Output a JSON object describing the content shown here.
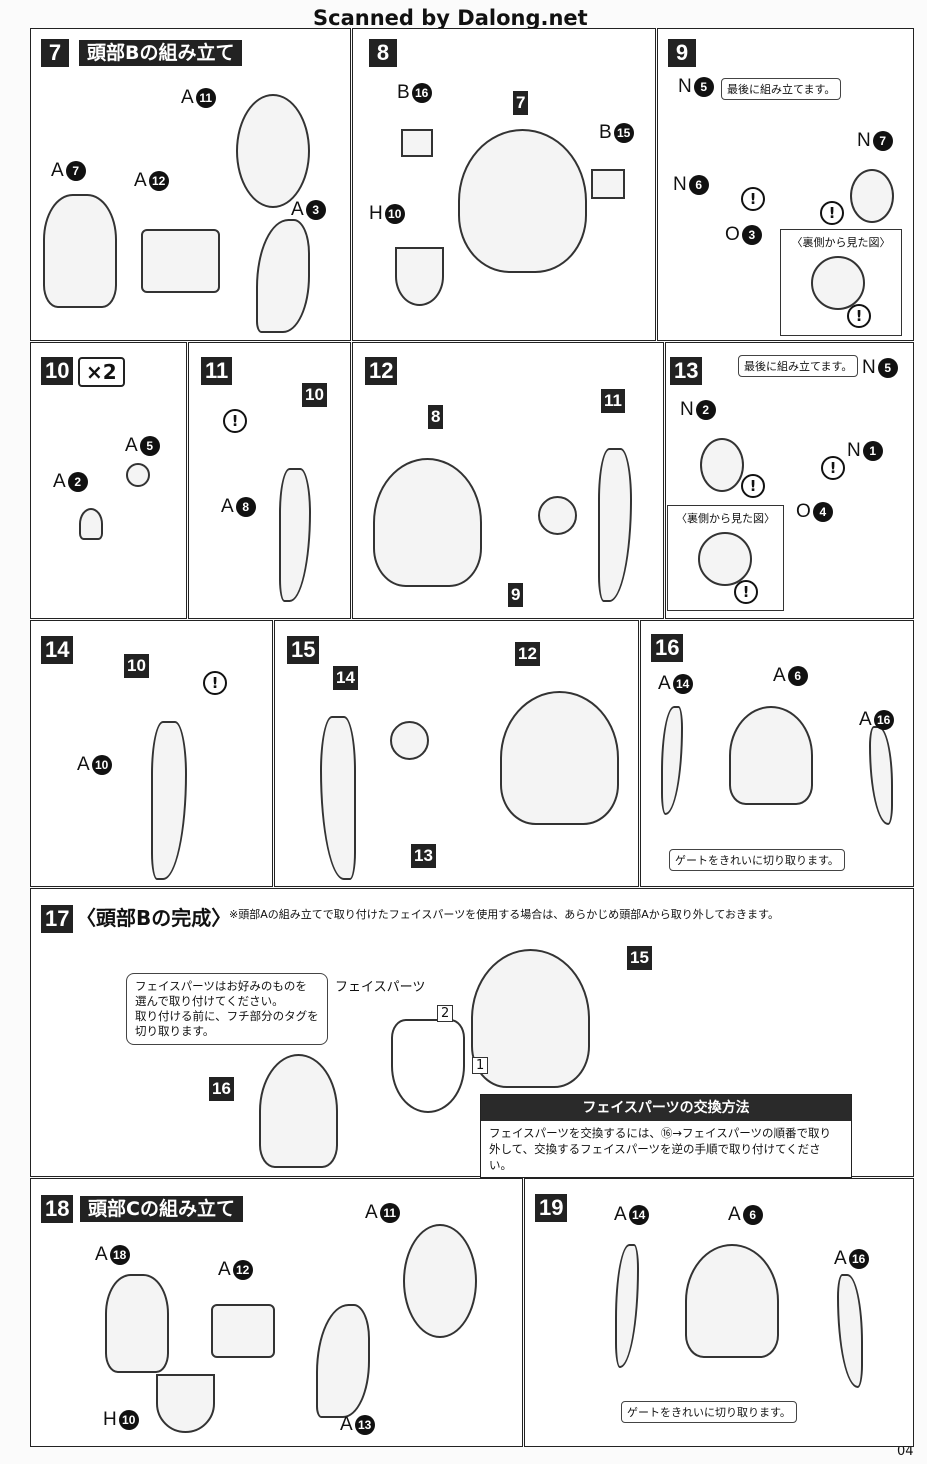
{
  "header": {
    "watermark": "Scanned by Dalong.net"
  },
  "footer": {
    "page_number": "04"
  },
  "steps": {
    "s7": {
      "number": "7",
      "title": "頭部Bの組み立て",
      "parts": [
        "A",
        "11",
        "A",
        "7",
        "A",
        "12",
        "A",
        "3"
      ]
    },
    "s8": {
      "number": "8",
      "parts": [
        "B",
        "16",
        "B",
        "15",
        "H",
        "10"
      ],
      "callouts": [
        "7"
      ]
    },
    "s9": {
      "number": "9",
      "parts": [
        "N",
        "5",
        "N",
        "7",
        "N",
        "6",
        "O",
        "3"
      ],
      "note_last": "最後に組み立てます。",
      "back_view": "〈裏側から見た図〉"
    },
    "s10": {
      "number": "10",
      "multiplier": "×2",
      "parts": [
        "A",
        "5",
        "A",
        "2"
      ]
    },
    "s11": {
      "number": "11",
      "parts": [
        "A",
        "8"
      ],
      "callouts": [
        "10"
      ]
    },
    "s12": {
      "number": "12",
      "callouts": [
        "8",
        "11",
        "9"
      ]
    },
    "s13": {
      "number": "13",
      "parts": [
        "N",
        "2",
        "N",
        "5",
        "N",
        "1",
        "O",
        "4"
      ],
      "note_last": "最後に組み立てます。",
      "back_view": "〈裏側から見た図〉"
    },
    "s14": {
      "number": "14",
      "parts": [
        "A",
        "10"
      ],
      "callouts": [
        "10"
      ]
    },
    "s15": {
      "number": "15",
      "callouts": [
        "14",
        "12",
        "13"
      ]
    },
    "s16": {
      "number": "16",
      "parts": [
        "A",
        "14",
        "A",
        "6",
        "A",
        "16"
      ],
      "gate_note": "ゲートをきれいに切り取ります。"
    },
    "s17": {
      "number": "17",
      "title": "〈頭部Bの完成〉",
      "caution": "※頭部Aの組み立てで取り付けたフェイスパーツを使用する場合は、あらかじめ頭部Aから取り外しておきます。",
      "face_label": "フェイスパーツ",
      "face_note": [
        "フェイスパーツはお好みのものを",
        "選んで取り付けてください。",
        "取り付ける前に、フチ部分のタグを",
        "切り取ります。"
      ],
      "order": [
        "1",
        "2"
      ],
      "callouts": [
        "15",
        "16"
      ],
      "exchange_title": "フェイスパーツの交換方法",
      "exchange_text": [
        "フェイスパーツを交換するには、⑯→フェイスパーツの順番で取り",
        "外して、交換するフェイスパーツを逆の手順で取り付けてください。"
      ]
    },
    "s18": {
      "number": "18",
      "title": "頭部Cの組み立て",
      "parts": [
        "A",
        "11",
        "A",
        "18",
        "A",
        "12",
        "H",
        "10",
        "A",
        "13"
      ]
    },
    "s19": {
      "number": "19",
      "parts": [
        "A",
        "14",
        "A",
        "6",
        "A",
        "16"
      ],
      "gate_note": "ゲートをきれいに切り取ります。"
    }
  }
}
